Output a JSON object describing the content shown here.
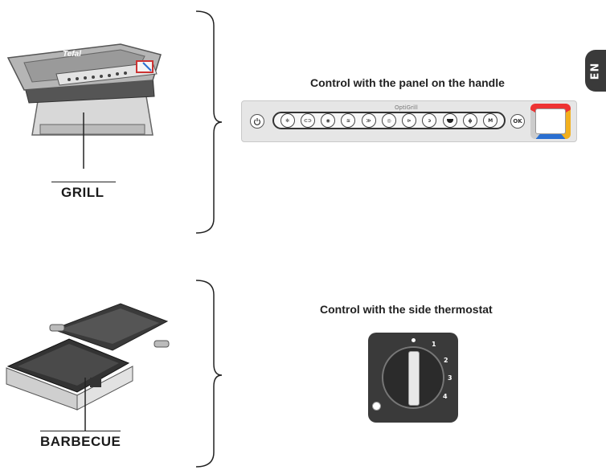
{
  "lang_tab": "EN",
  "grill": {
    "label": "GRILL",
    "caption": "Control with the panel on the handle",
    "device_brand": "Tefal"
  },
  "barbecue": {
    "label": "BARBECUE",
    "caption": "Control with the side thermostat"
  },
  "panel": {
    "brand": "OptiGrill",
    "ok_label": "OK",
    "manual_label": "M"
  },
  "thermostat": {
    "marks": [
      "1",
      "2",
      "3",
      "4"
    ]
  }
}
